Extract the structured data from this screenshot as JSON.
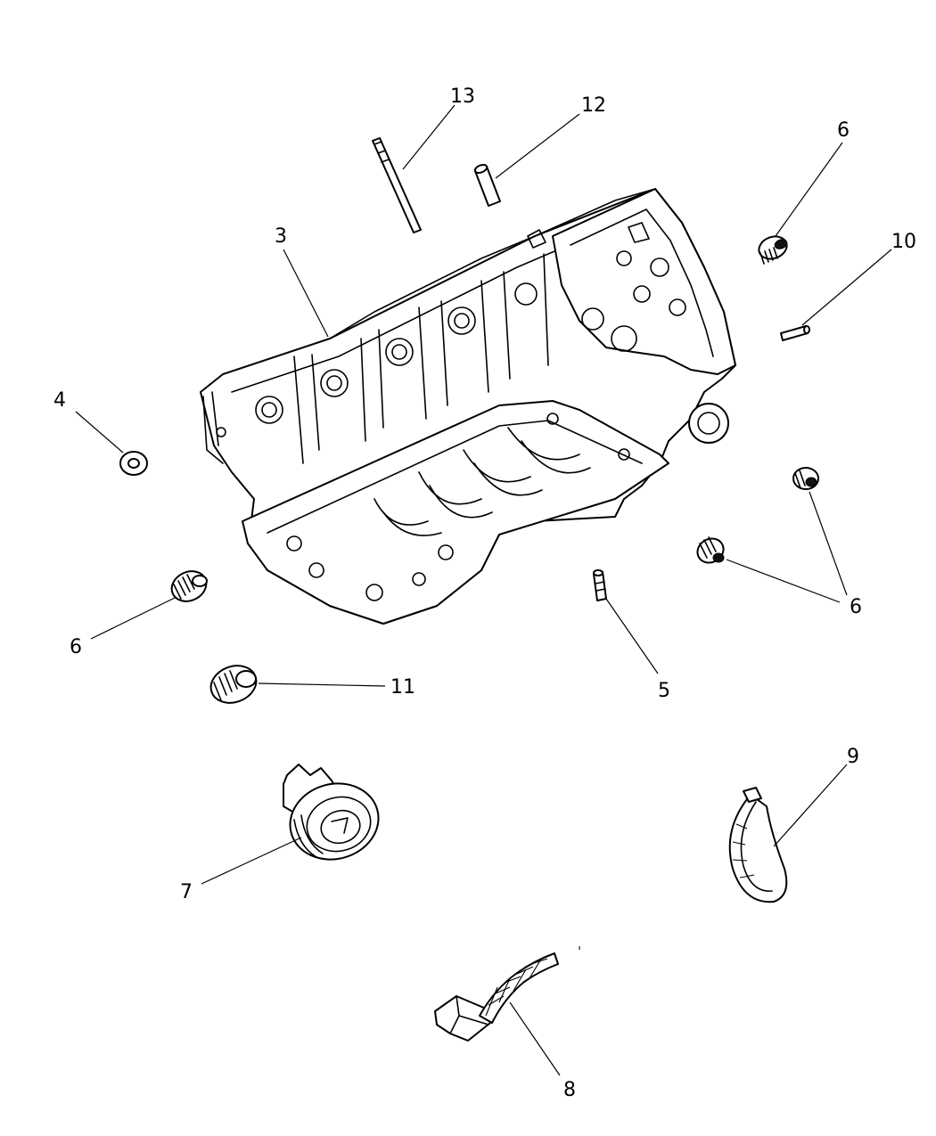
{
  "callouts": {
    "c13": "13",
    "c12": "12",
    "c6_top": "6",
    "c10": "10",
    "c3": "3",
    "c4": "4",
    "c6_right": "6",
    "c6_left": "6",
    "c11": "11",
    "c5": "5",
    "c9": "9",
    "c7": "7",
    "c8": "8"
  }
}
